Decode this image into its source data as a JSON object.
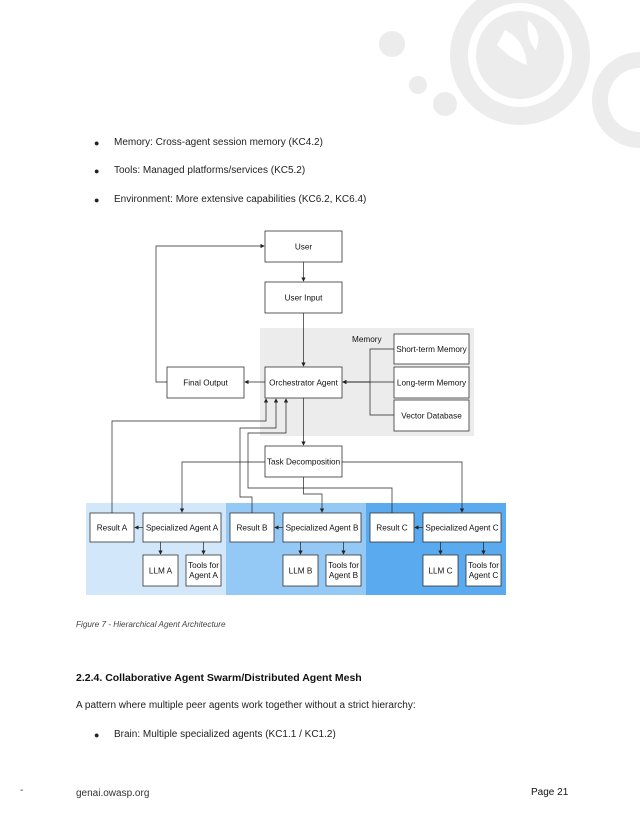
{
  "bullets_top": [
    {
      "text": "Memory: Cross-agent session memory (KC4.2)"
    },
    {
      "text": "Tools: Managed platforms/services (KC5.2)"
    },
    {
      "text": "Environment: More extensive capabilities (KC6.2, KC6.4)"
    }
  ],
  "diagram": {
    "user": "User",
    "user_input": "User Input",
    "memory_label": "Memory",
    "short_term": "Short-term Memory",
    "long_term": "Long-term Memory",
    "vector_db": "Vector Database",
    "final_output": "Final Output",
    "orchestrator": "Orchestrator Agent",
    "task_decomp": "Task Decomposition",
    "groups": [
      {
        "result": "Result A",
        "agent": "Specialized Agent A",
        "llm": "LLM A",
        "tools_1": "Tools for",
        "tools_2": "Agent A",
        "color": "#d3e7fa"
      },
      {
        "result": "Result B",
        "agent": "Specialized Agent B",
        "llm": "LLM B",
        "tools_1": "Tools for",
        "tools_2": "Agent B",
        "color": "#94c8f5"
      },
      {
        "result": "Result C",
        "agent": "Specialized Agent C",
        "llm": "LLM C",
        "tools_1": "Tools for",
        "tools_2": "Agent C",
        "color": "#5aaaf0"
      }
    ]
  },
  "caption": "Figure 7 - Hierarchical Agent Architecture",
  "section_heading": "2.2.4. Collaborative Agent Swarm/Distributed Agent Mesh",
  "paragraph": "A pattern where multiple peer agents work together without a strict hierarchy:",
  "bullets_bottom": [
    {
      "text": "Brain: Multiple specialized agents (KC1.1 / KC1.2)"
    }
  ],
  "footer": {
    "dash": "-",
    "url": "genai.owasp.org",
    "page": "Page 21"
  },
  "colors": {
    "logo_grey": "#ececec",
    "memory_bg": "#ececec"
  }
}
